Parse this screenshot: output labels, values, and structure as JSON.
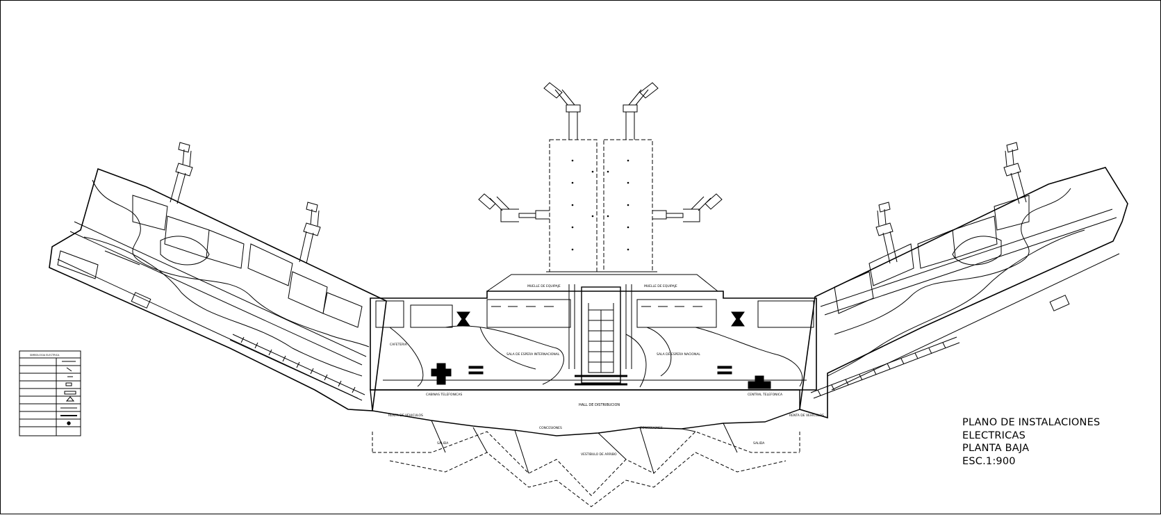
{
  "title_block": {
    "line1": "PLANO DE INSTALACIONES",
    "line2": "ELECTRICAS",
    "line3": "PLANTA BAJA",
    "scale": "ESC.1:900"
  },
  "room_labels": {
    "hall_distribucion": "HALL DE DISTRIBUCION",
    "vestibulo": "VESTIBULO DE ARRIBO",
    "sala_left": "SALIDA",
    "sala_right": "SALIDA",
    "concesiones_left": "CONCESIONES",
    "concesiones_right": "CONCESIONES",
    "cabinas_left": "CABINAS TELEFONICAS",
    "cabinas_right": "CENTRAL TELEFONICA",
    "renta_left": "RENTA DE VEHICULOS",
    "renta_right": "RENTA DE VEHICULOS",
    "sala_internacional": "SALA DE ESPERA INTERNACIONAL",
    "sala_nacional": "SALA DE ESPERA NACIONAL",
    "cafeteria": "CAFETERIA",
    "muelle_left": "MUELLE DE EQUIPAJE",
    "muelle_right": "MUELLE DE EQUIPAJE"
  },
  "legend": {
    "title": "SIMBOLOGIA ELECTRICA",
    "rows": [
      "",
      "",
      "",
      "",
      "",
      "",
      "",
      "",
      "",
      "",
      ""
    ]
  },
  "colors": {
    "line": "#000000",
    "background": "#ffffff"
  }
}
